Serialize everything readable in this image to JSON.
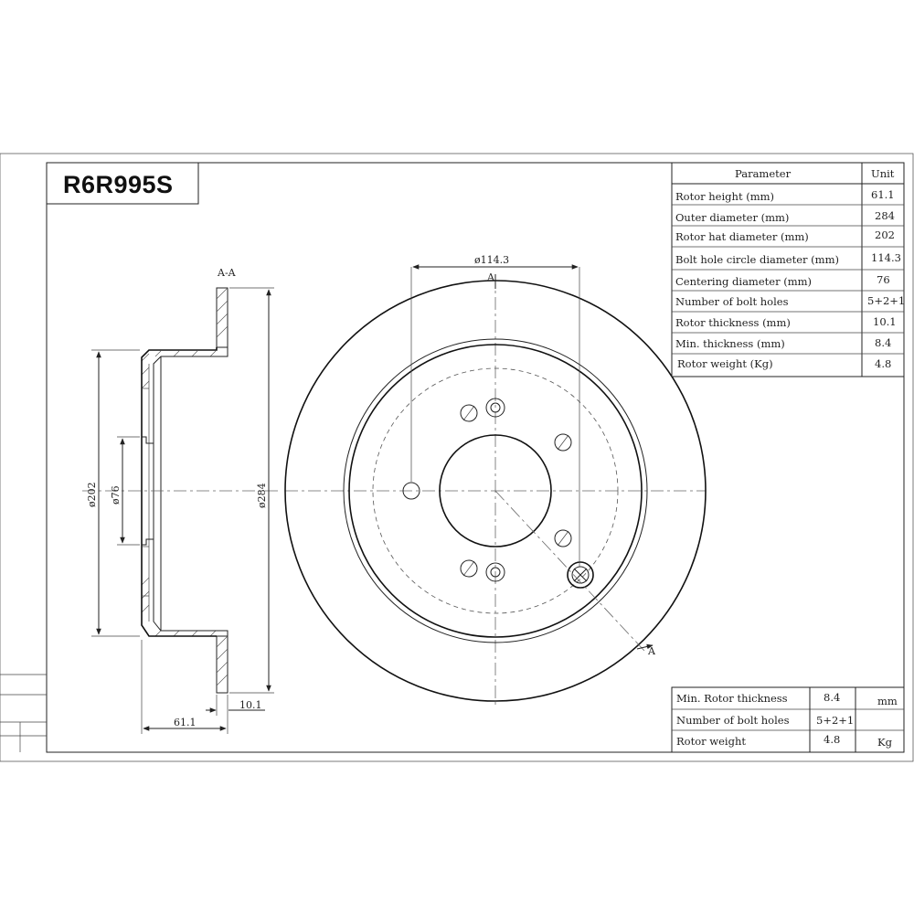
{
  "title": "R6R995S",
  "section_label": "A-A",
  "section_mark": "A",
  "dimensions": {
    "bolt_circle": "ø114.3",
    "hat_diameter": "ø202",
    "center_bore": "ø76",
    "outer_diameter": "ø284",
    "rotor_thickness": "10.1",
    "rotor_height": "61.1"
  },
  "param_table": {
    "header": {
      "parameter": "Parameter",
      "unit": "Unit"
    },
    "rows": [
      {
        "parameter": "Rotor height (mm)",
        "value": "61.1"
      },
      {
        "parameter": "Outer diameter (mm)",
        "value": "284"
      },
      {
        "parameter": "Rotor hat diameter (mm)",
        "value": "202"
      },
      {
        "parameter": "Bolt hole circle diameter (mm)",
        "value": "114.3"
      },
      {
        "parameter": "Centering diameter (mm)",
        "value": "76"
      },
      {
        "parameter": "Number of bolt holes",
        "value": "5+2+1"
      },
      {
        "parameter": "Rotor thickness (mm)",
        "value": "10.1"
      },
      {
        "parameter": "Min. thickness (mm)",
        "value": "8.4"
      },
      {
        "parameter": "Rotor weight (Kg)",
        "value": "4.8"
      }
    ]
  },
  "summary_table": {
    "rows": [
      {
        "label": "Min. Rotor thickness",
        "value": "8.4",
        "unit": "mm"
      },
      {
        "label": "Number of bolt holes",
        "value": "5+2+1",
        "unit": ""
      },
      {
        "label": "Rotor weight",
        "value": "4.8",
        "unit": "Kg"
      }
    ]
  }
}
